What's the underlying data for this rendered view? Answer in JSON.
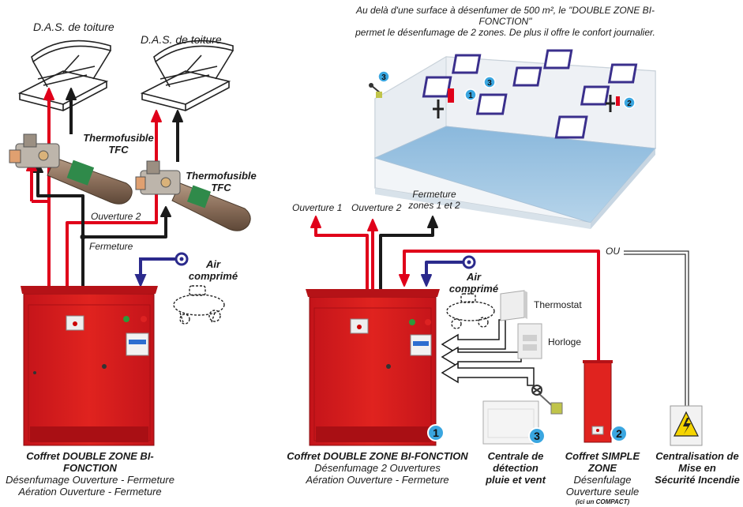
{
  "header": {
    "line1": "Au delà d'une surface à désenfumer de 500 m², le \"DOUBLE ZONE BI-FONCTION\"",
    "line2": "permet le désenfumage de 2 zones. De plus il offre le confort journalier."
  },
  "left": {
    "das1": "D.A.S. de toiture",
    "das2": "D.A.S. de toiture",
    "tfc1_line1": "Thermofusible",
    "tfc1_line2": "TFC",
    "tfc2_line1": "Thermofusible",
    "tfc2_line2": "TFC",
    "ouverture2": "Ouverture 2",
    "fermeture": "Fermeture",
    "air_line1": "Air",
    "air_line2": "comprimé",
    "caption_title": "Coffret DOUBLE ZONE BI-FONCTION",
    "caption_line2": "Désenfumage Ouverture - Fermeture",
    "caption_line3": "Aération Ouverture - Fermeture"
  },
  "right": {
    "ouverture1": "Ouverture 1",
    "ouverture2": "Ouverture 2",
    "fermeture_line1": "Fermeture",
    "fermeture_line2": "zones 1 et 2",
    "ou": "OU",
    "air_line1": "Air",
    "air_line2": "comprimé",
    "thermostat": "Thermostat",
    "horloge": "Horloge",
    "caption_main_title": "Coffret DOUBLE ZONE BI-FONCTION",
    "caption_main_line2": "Désenfumage 2 Ouvertures",
    "caption_main_line3": "Aération Ouverture - Fermeture",
    "centrale_line1": "Centrale de",
    "centrale_line2": "détection",
    "centrale_line3": "pluie et vent",
    "simple_title": "Coffret SIMPLE ZONE",
    "simple_line2": "Désenfulage",
    "simple_line3": "Ouverture seule",
    "simple_line4": "(ici un COMPACT)",
    "centralisation_line1": "Centralisation de",
    "centralisation_line2": "Mise en",
    "centralisation_line3": "Sécurité Incendie"
  },
  "badges": {
    "one": "1",
    "two": "2",
    "three": "3"
  },
  "colors": {
    "red": "#e0001a",
    "black": "#1a1a1a",
    "navy": "#2b2a8c",
    "cabinet": "#d6191e",
    "badge": "#3aa6e0"
  }
}
